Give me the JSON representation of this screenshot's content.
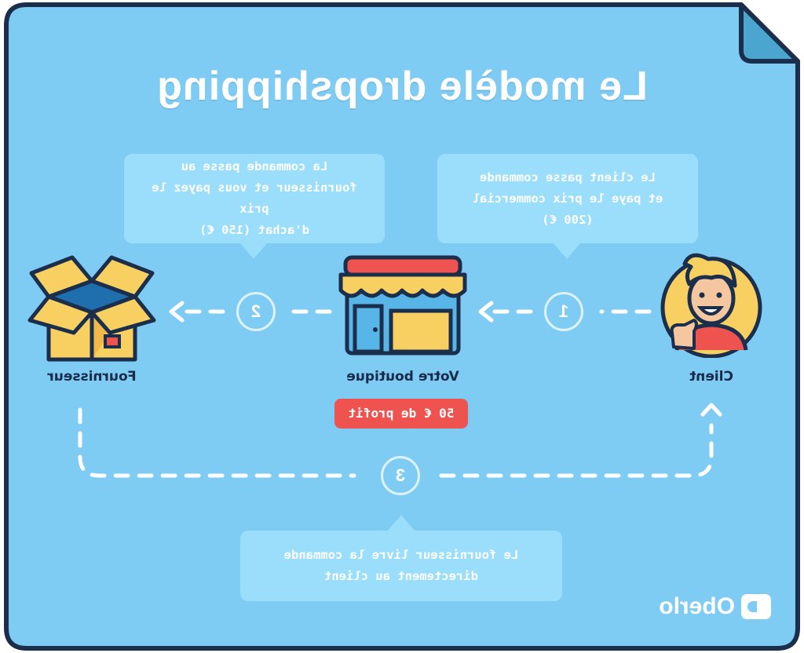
{
  "title": "Le modèle dropshipping",
  "nodes": {
    "client": "Client",
    "boutique": "Votre boutique",
    "fournisseur": "Fournisseur"
  },
  "profit": "50 € de profit",
  "steps": [
    "1",
    "2",
    "3"
  ],
  "bubbles": {
    "step1": [
      "Le client passe commande",
      "et paye le prix commercial",
      "(200 €)"
    ],
    "step2": [
      "La commande passe au",
      "fournisseur et vous payez le prix",
      "d'achat (150 €)"
    ],
    "step3": [
      "Le fournisseur livre la commande",
      "directement au client"
    ]
  },
  "logo": "Oberlo",
  "colors": {
    "background": "#7ecbf3",
    "border": "#1b2e4b",
    "profit": "#ef5350"
  }
}
